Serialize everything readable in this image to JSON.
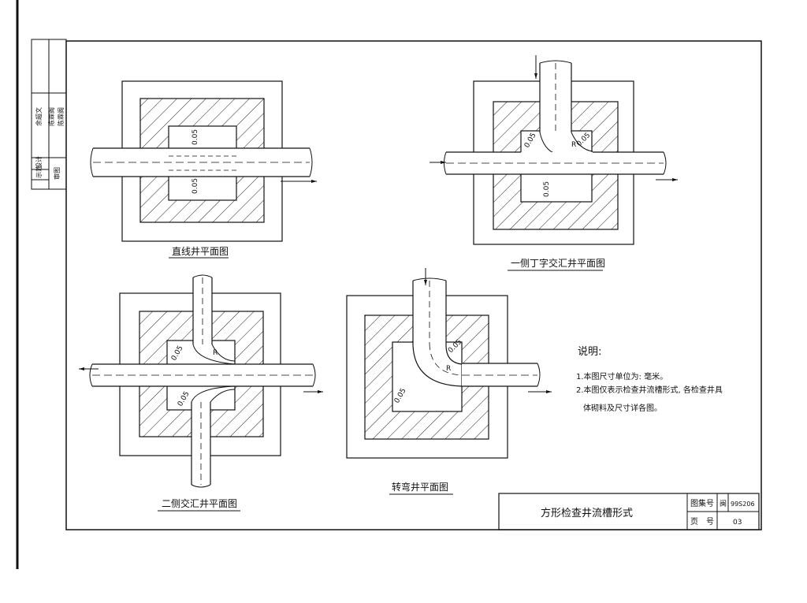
{
  "drawings": {
    "straight_title": "直线井平面图",
    "tee_title": "一侧丁字交汇井平面图",
    "cross_title": "二侧交汇井平面图",
    "bend_title": "转弯井平面图"
  },
  "dims": {
    "d005": "0.05",
    "r_label": "R"
  },
  "notes": {
    "heading": "说明:",
    "item1": "1.本图尺寸单位为: 毫米。",
    "item2_line1": "2.本图仅表示检查井流槽形式, 各检查井具",
    "item2_line2": "体砌料及尺寸详各图。"
  },
  "title_block": {
    "drawing_name": "方形检查井流槽形式",
    "atlas_label": "图集号",
    "atlas_prefix": "闽",
    "atlas_value": "99S206",
    "page_label": "页　号",
    "page_value": "03"
  },
  "side_table": {
    "col1": [
      "示范",
      "设计",
      "审图"
    ],
    "col2": [
      "余超文",
      "陈霖阁",
      "陈霖阁"
    ]
  }
}
